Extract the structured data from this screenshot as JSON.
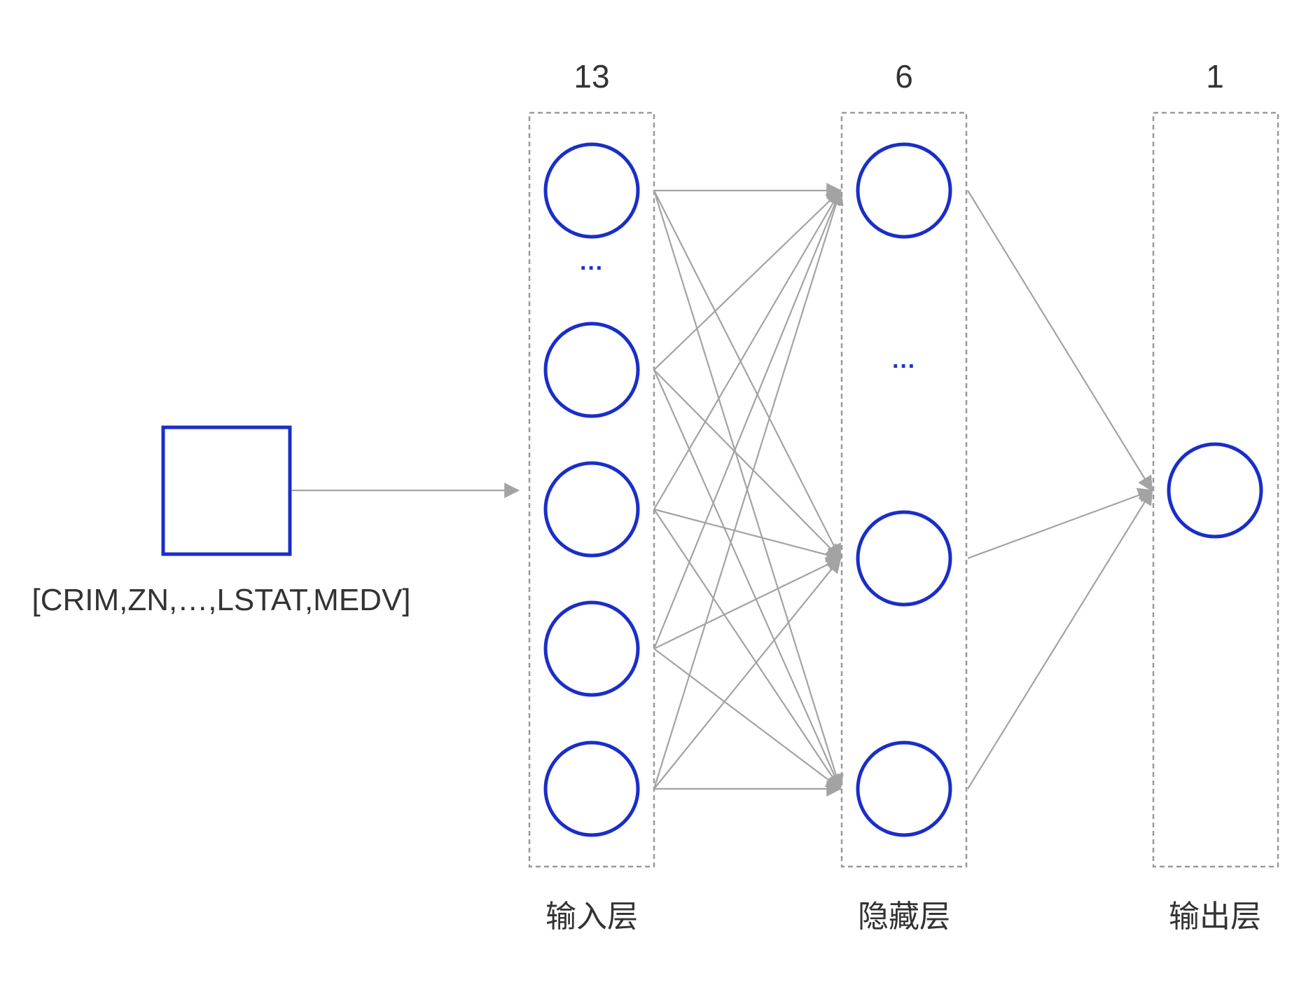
{
  "input": {
    "caption": "[CRIM,ZN,…,LSTAT,MEDV]"
  },
  "layers": [
    {
      "id": "input",
      "count_label": "13",
      "caption": "输入层",
      "visible_nodes": 5,
      "ellipsis": "···"
    },
    {
      "id": "hidden",
      "count_label": "6",
      "caption": "隐藏层",
      "visible_nodes": 3,
      "ellipsis": "···"
    },
    {
      "id": "output",
      "count_label": "1",
      "caption": "输出层",
      "visible_nodes": 1,
      "ellipsis": ""
    }
  ],
  "connections": [
    {
      "from": "input-square",
      "to": "input-layer"
    },
    {
      "from": "input-layer",
      "to": "hidden-layer",
      "pattern": "fully-connected"
    },
    {
      "from": "hidden-layer",
      "to": "output-layer",
      "pattern": "fully-connected"
    }
  ],
  "colors": {
    "node_stroke": "#1a2ec8",
    "edge": "#a3a3a3",
    "box_border": "#9a9a9a",
    "text": "#333333"
  }
}
